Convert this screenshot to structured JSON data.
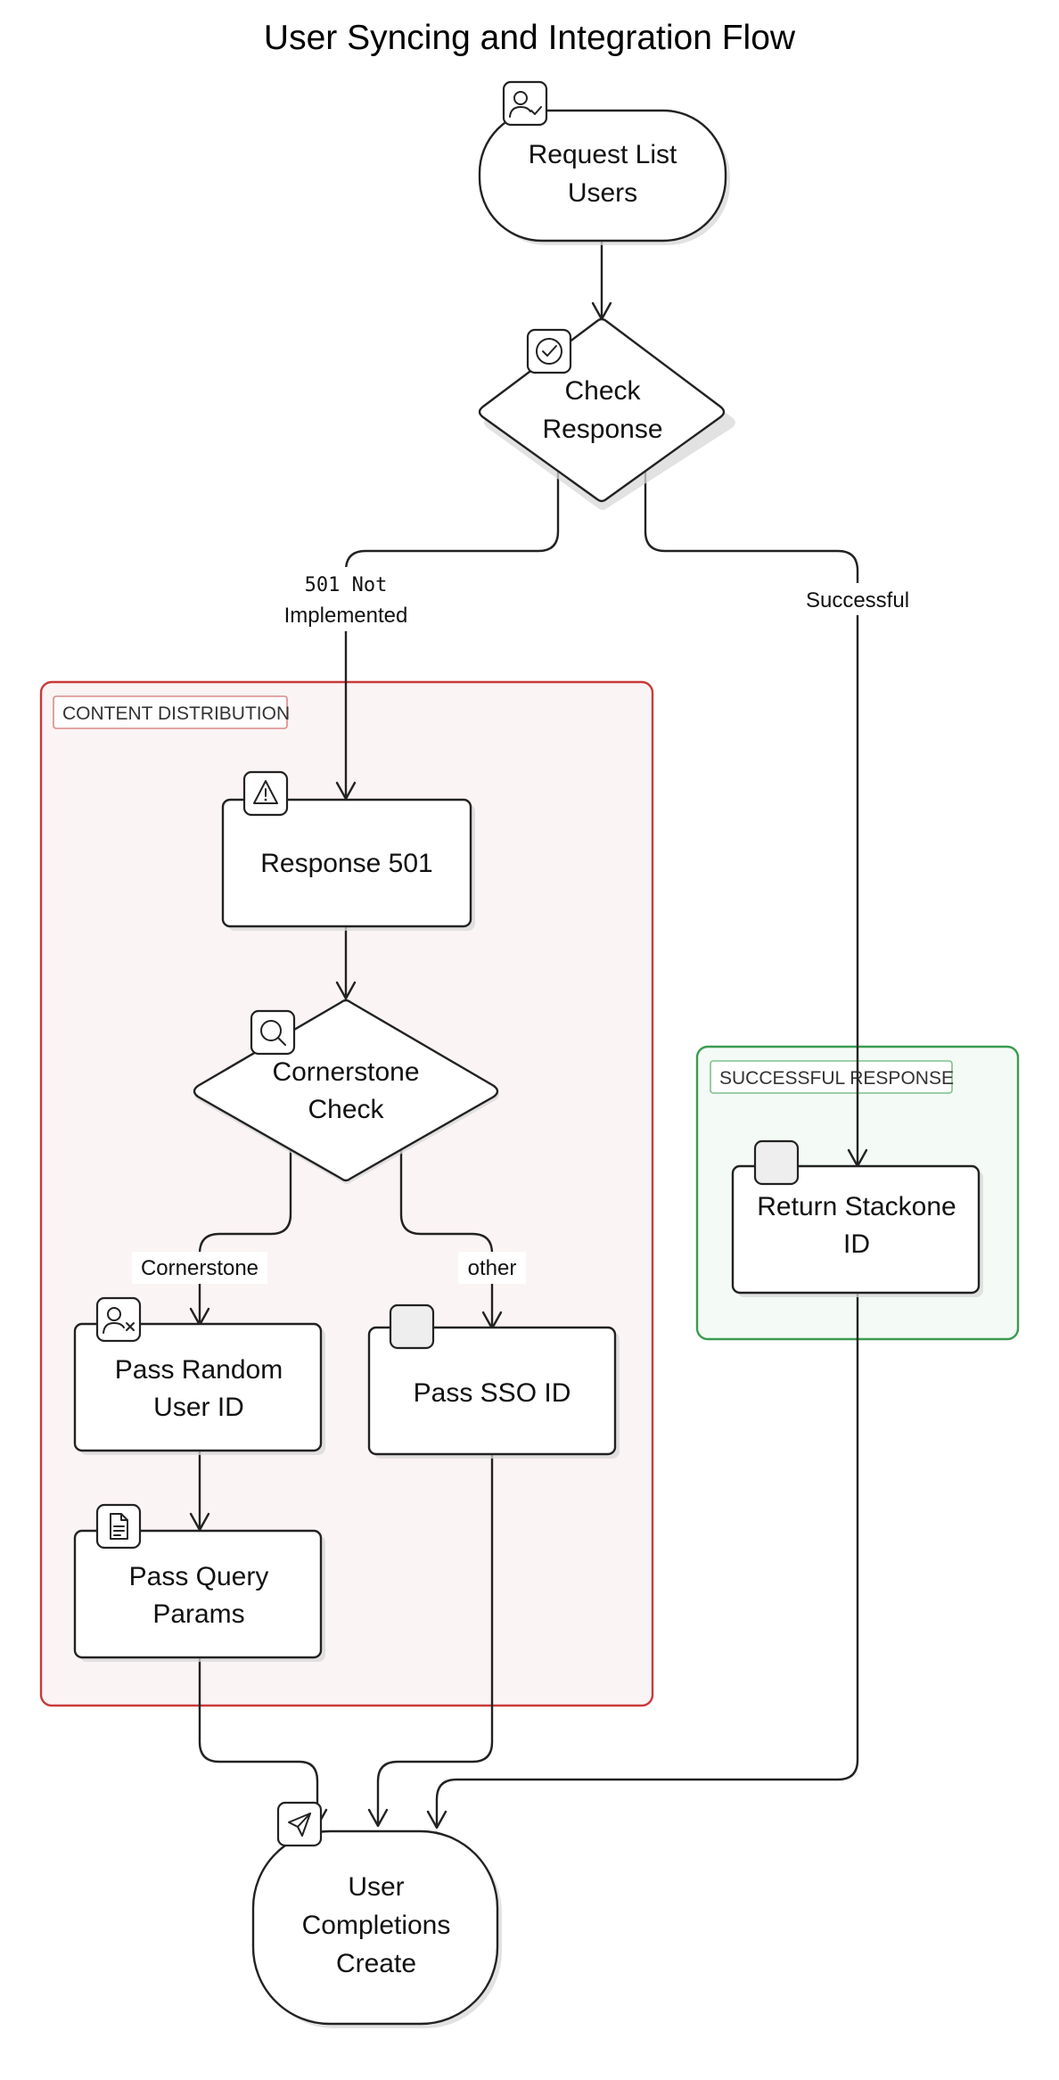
{
  "title": "User Syncing and Integration Flow",
  "groups": {
    "content_distribution": {
      "label": "CONTENT DISTRIBUTION",
      "color": "#c93a3a"
    },
    "successful_response": {
      "label": "SUCCESSFUL RESPONSE",
      "color": "#3a9b50"
    }
  },
  "nodes": {
    "request_list_users": {
      "line1": "Request List",
      "line2": "Users",
      "icon": "user-check-icon"
    },
    "check_response": {
      "line1": "Check",
      "line2": "Response",
      "icon": "circle-check-icon"
    },
    "response_501": {
      "line1": "Response 501",
      "icon": "warning-triangle-icon"
    },
    "cornerstone_check": {
      "line1": "Cornerstone",
      "line2": "Check",
      "icon": "magnifier-icon"
    },
    "pass_random_user_id": {
      "line1": "Pass Random",
      "line2": "User ID",
      "icon": "user-x-icon"
    },
    "pass_sso_id": {
      "line1": "Pass SSO ID",
      "icon": "blank-icon"
    },
    "pass_query_params": {
      "line1": "Pass Query",
      "line2": "Params",
      "icon": "document-icon"
    },
    "return_stackone_id": {
      "line1": "Return Stackone",
      "line2": "ID",
      "icon": "blank-icon"
    },
    "user_completions_create": {
      "line1": "User",
      "line2": "Completions",
      "line3": "Create",
      "icon": "send-icon"
    }
  },
  "edges": {
    "not_implemented": {
      "line1": "501 Not",
      "line2": "Implemented"
    },
    "successful": {
      "label": "Successful"
    },
    "cornerstone": {
      "label": "Cornerstone"
    },
    "other": {
      "label": "other"
    }
  }
}
